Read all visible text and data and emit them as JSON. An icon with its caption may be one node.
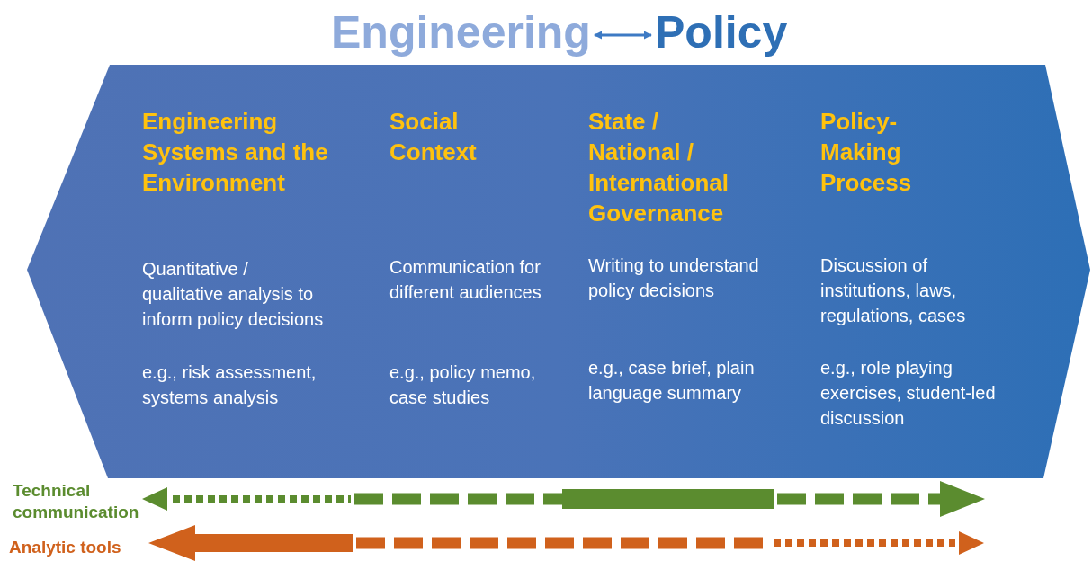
{
  "diagram": {
    "nodes": [
      {
        "text": [
          "Engineering"
        ]
      },
      {
        "text": [
          "Policy"
        ]
      },
      {
        "text": [],
        "shape": "hexagon"
      },
      {
        "text": [
          "Engineering Systems and the Environment",
          "Quantitative / qualitative analysis to inform policy decisions",
          "e.g., risk assessment, systems analysis"
        ],
        "in": 2
      },
      {
        "text": [
          "Social Context",
          "Communication for different audiences",
          "e.g., policy memo, case studies"
        ],
        "in": 2
      },
      {
        "text": [
          "State / National / International Governance",
          "Writing to understand policy decisions",
          "e.g., case brief, plain language summary"
        ],
        "in": 2
      },
      {
        "text": [
          "Policy-Making Process",
          "Discussion of institutions, laws, regulations, cases",
          "e.g., role playing exercises, student-led discussion"
        ],
        "in": 2
      }
    ],
    "edges": [
      {
        "from": 0,
        "to": 1,
        "arrow": "both"
      }
    ],
    "labels": [
      "Technical communication",
      "Analytic tools"
    ]
  }
}
